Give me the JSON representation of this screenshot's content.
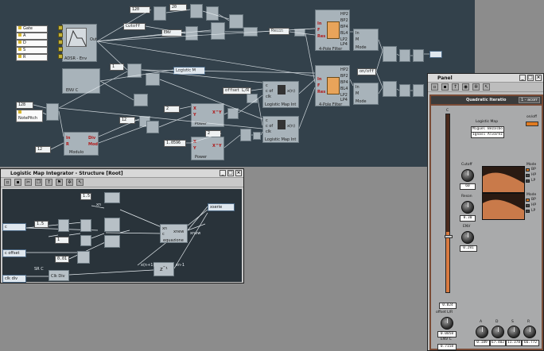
{
  "main": {
    "inputs": [
      "Gate",
      "A",
      "D",
      "S",
      "R"
    ],
    "values": {
      "v120": "120",
      "v20": "20",
      "cutoff": "Cutoff",
      "env": "ENV",
      "reson": "Reson",
      "one": "1",
      "v128": "128",
      "notepitch": "NotePitch",
      "v12a": "12",
      "v12b": "12",
      "v2": "2",
      "v2b": "2",
      "v1059": "1.0596",
      "logistic": "Logistic M",
      "offset": "offset L/R",
      "onoff": "on/off"
    },
    "modules": {
      "adsr": "ADSR - Env",
      "envc": "ENV C",
      "modulo": "Modulo",
      "power1": "Power",
      "power2": "Power",
      "lmi1": "Logistic Map Int",
      "lmi2": "Logistic Map Int",
      "filter1": "4-Pole Filter",
      "filter2": "4-Pole Filter",
      "mode1": "Mode",
      "mode2": "Mode"
    },
    "filter_ports": [
      "HP2",
      "BP2",
      "BP4",
      "BL4",
      "LP2",
      "LP4"
    ],
    "filter_inputs": [
      "In",
      "F",
      "Res"
    ],
    "power_ports": [
      "X",
      "Y"
    ],
    "power_formula": "X^Y",
    "lmi_ports": [
      "c",
      "c of",
      "clk"
    ],
    "lmi_out": "x(n)",
    "modulo_ports": [
      "In",
      "R"
    ],
    "modulo_outs": [
      "Div",
      "Mod"
    ],
    "out_label": "Out",
    "mode_ports": [
      "In",
      "M"
    ]
  },
  "structure_window": {
    "title": "Logistic Map Integrator - Structure [Root]",
    "nodes": {
      "v15a": "1.5",
      "v15b": "1.5",
      "v1": "1",
      "v001": "0.01",
      "equazione": "equazione",
      "xnew": "xnew",
      "xn": "xn",
      "xserie": "xserie",
      "c": "c",
      "coffset": "c offset",
      "clkdiv": "clk div",
      "srdiv": "SR C",
      "clkdivmod": "Clk Div",
      "xn1": "xn-1",
      "xnnew": "x(n+1)"
    }
  },
  "panel_window": {
    "title": "Panel",
    "instrument": "Quadratic Iteratio",
    "preset": "1 - acorr",
    "info_title": "Logistic Map",
    "authors": [
      "Miguel Bezalbo",
      "Ignasi Alvarez"
    ],
    "labels": {
      "c": "C",
      "onoff": "on/off",
      "cutoff": "Cutoff",
      "reson": "Reson",
      "env": "ENV",
      "offset": "offset L/R",
      "envc": "ENV C",
      "mode": "Mode",
      "mode2": "Mode",
      "a": "A",
      "d": "D",
      "s": "S",
      "r": "R"
    },
    "mode_opts": [
      "BP",
      "HP",
      "LP"
    ],
    "values": {
      "c": "0.024",
      "cutoff": "60",
      "reson": "0.30",
      "env": "0.281",
      "offset": "0.0058",
      "envc": "0.7158",
      "a": "0.189",
      "d": "67.402",
      "s": "11.378",
      "r": "66.772"
    }
  },
  "colors": {
    "canvas_bg": "#33414b",
    "module_bg": "#a8b3ba",
    "wire": "#e8eef2",
    "port": "#d6c236",
    "panel_bg": "#7a4b36",
    "accent": "#e07a20"
  }
}
